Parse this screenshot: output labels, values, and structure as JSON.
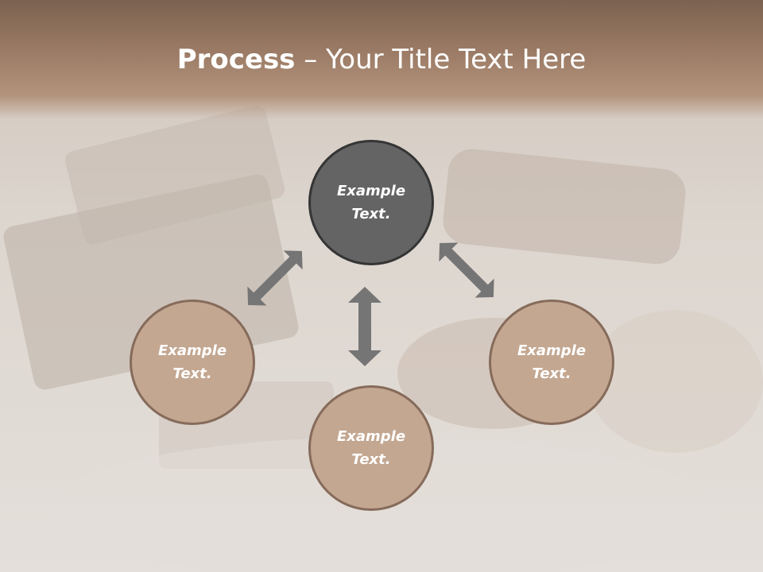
{
  "title": {
    "bold": "Process",
    "rest": " – Your Title Text Here"
  },
  "colors": {
    "header": "#9c7c66",
    "node_dark_fill": "#646464",
    "node_dark_border": "#353535",
    "node_tan_fill": "#c3a791",
    "node_tan_border": "#866b5b",
    "arrow": "#757575"
  },
  "nodes": [
    {
      "id": "top",
      "line1": "Example",
      "line2": "Text."
    },
    {
      "id": "left",
      "line1": "Example",
      "line2": "Text."
    },
    {
      "id": "bottom",
      "line1": "Example",
      "line2": "Text."
    },
    {
      "id": "right",
      "line1": "Example",
      "line2": "Text."
    }
  ]
}
